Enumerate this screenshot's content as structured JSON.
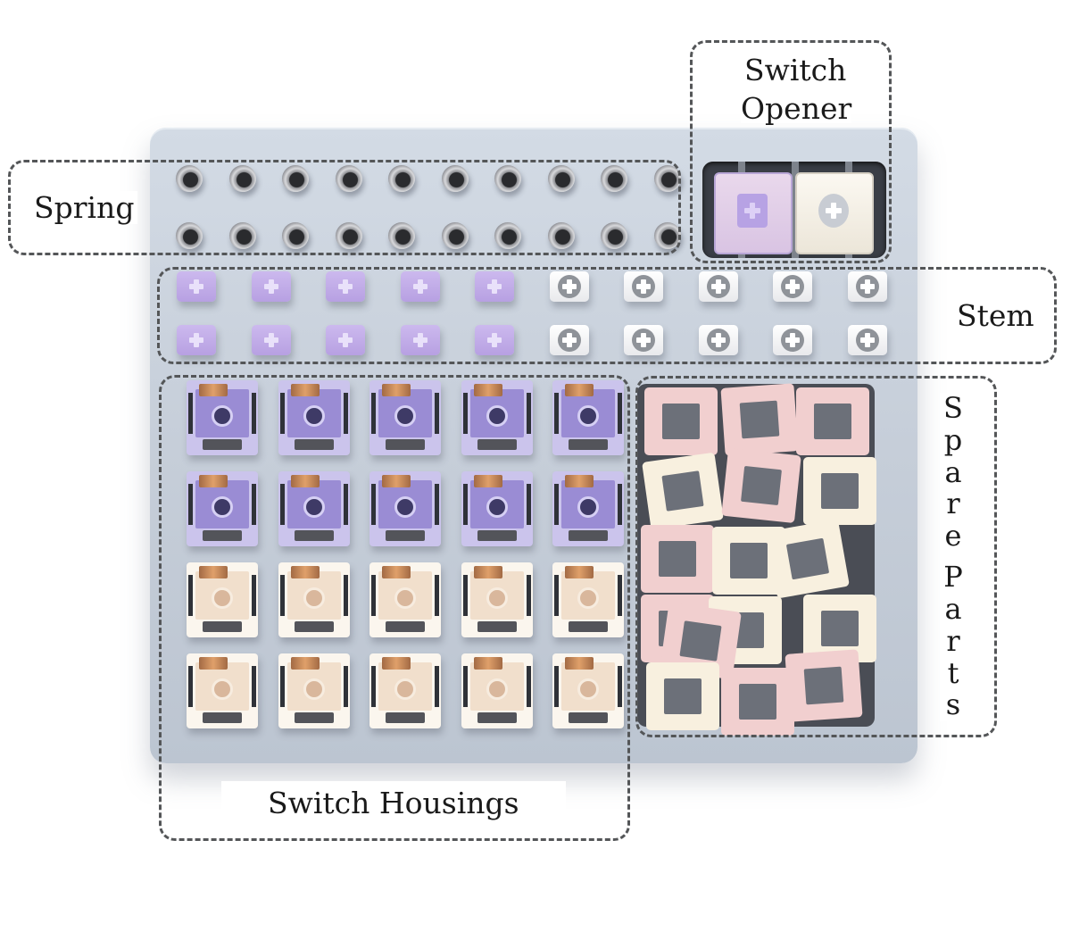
{
  "image": {
    "subject": "Mechanical keyboard switch tray with labeled compartments",
    "background_color": "#ffffff",
    "tray_color": "#c9d1dc"
  },
  "labels": {
    "spring": "Spring",
    "switch_opener_line1": "Switch",
    "switch_opener_line2": "Opener",
    "stem": "Stem",
    "spare_parts": "Spare Parts",
    "switch_housings": "Switch Housings"
  },
  "components": {
    "springs": {
      "rows": 2,
      "per_row": 10,
      "color": "#b7b8bc"
    },
    "switch_opener": {
      "keys": [
        {
          "color": "purple"
        },
        {
          "color": "white"
        }
      ]
    },
    "stems": {
      "rows": 2,
      "per_row": 10,
      "colors": [
        "purple",
        "purple",
        "purple",
        "purple",
        "purple",
        "white",
        "white",
        "white",
        "white",
        "white"
      ],
      "purple_hex": "#c3aeea",
      "white_hex": "#f4f4f6"
    },
    "switch_housings": {
      "rows": 4,
      "per_row": 5,
      "row_colors": [
        "purple",
        "purple",
        "cream",
        "cream"
      ],
      "purple_hex": "#cbc4ec",
      "cream_hex": "#fbf6ee"
    },
    "spare_parts": {
      "count": 16,
      "colors": [
        "pink",
        "pink",
        "pink",
        "ivory",
        "pink",
        "ivory",
        "pink",
        "ivory",
        "ivory",
        "pink",
        "ivory",
        "ivory",
        "pink",
        "ivory",
        "pink",
        "pink"
      ],
      "pink_hex": "#f1cfcf",
      "ivory_hex": "#f8f0df"
    }
  },
  "callout_style": {
    "border_color": "#545658"
  }
}
